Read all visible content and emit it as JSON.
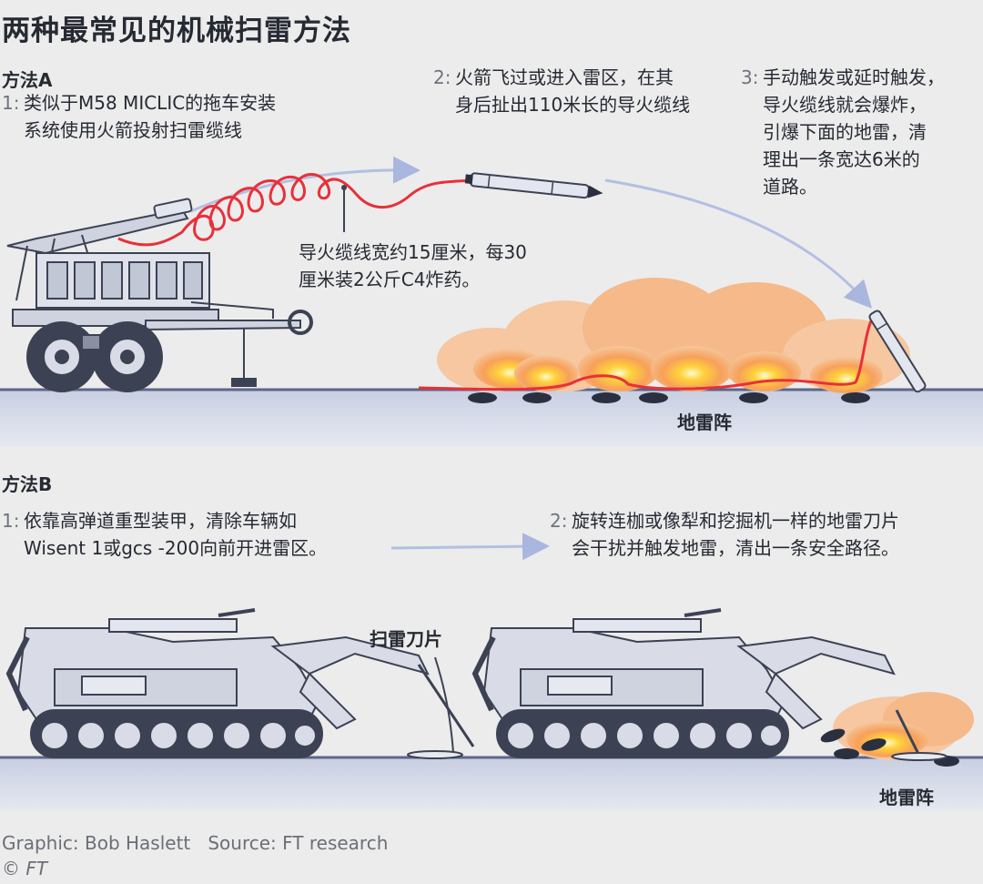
{
  "title": "两种最常见的机械扫雷方法",
  "method_a": {
    "heading": "方法A",
    "steps": [
      {
        "num": "1:",
        "line1": "类似于M58 MICLIC的拖车安装",
        "line2": "系统使用火箭投射扫雷缆线"
      },
      {
        "num": "2:",
        "line1": "火箭飞过或进入雷区，在其",
        "line2": "身后扯出110米长的导火缆线"
      },
      {
        "num": "3:",
        "line1": "手动触发或延时触发，",
        "line2": "导火缆线就会爆炸，",
        "line3": "引爆下面的地雷，清",
        "line4": "理出一条宽达6米的",
        "line5": "道路。"
      }
    ],
    "callout": {
      "line1": "导火缆线宽约15厘米，每30",
      "line2": "厘米装2公斤C4炸药。"
    },
    "minefield_label": "地雷阵"
  },
  "method_b": {
    "heading": "方法B",
    "steps": [
      {
        "num": "1:",
        "line1": "依靠高弹道重型装甲，清除车辆如",
        "line2": "Wisent 1或gcs -200向前开进雷区。"
      },
      {
        "num": "2:",
        "line1": "旋转连枷或像犁和挖掘机一样的地雷刀片",
        "line2": "会干扰并触发地雷，清出一条安全路径。"
      }
    ],
    "blade_label": "扫雷刀片",
    "minefield_label": "地雷阵"
  },
  "footer": {
    "credit": "Graphic: Bob Haslett   Source: FT research",
    "copyright": "© FT"
  },
  "colors": {
    "background": "#ececec",
    "ground": "#d6dbe9",
    "ground_line": "#5b6688",
    "vehicle": "#d9dce6",
    "vehicle_outline": "#3c4254",
    "fuse_line": "#e8303a",
    "arrow": "#a9b6dd",
    "explosion_outer": "#f5b98a",
    "explosion_core": "#ffd23a"
  }
}
